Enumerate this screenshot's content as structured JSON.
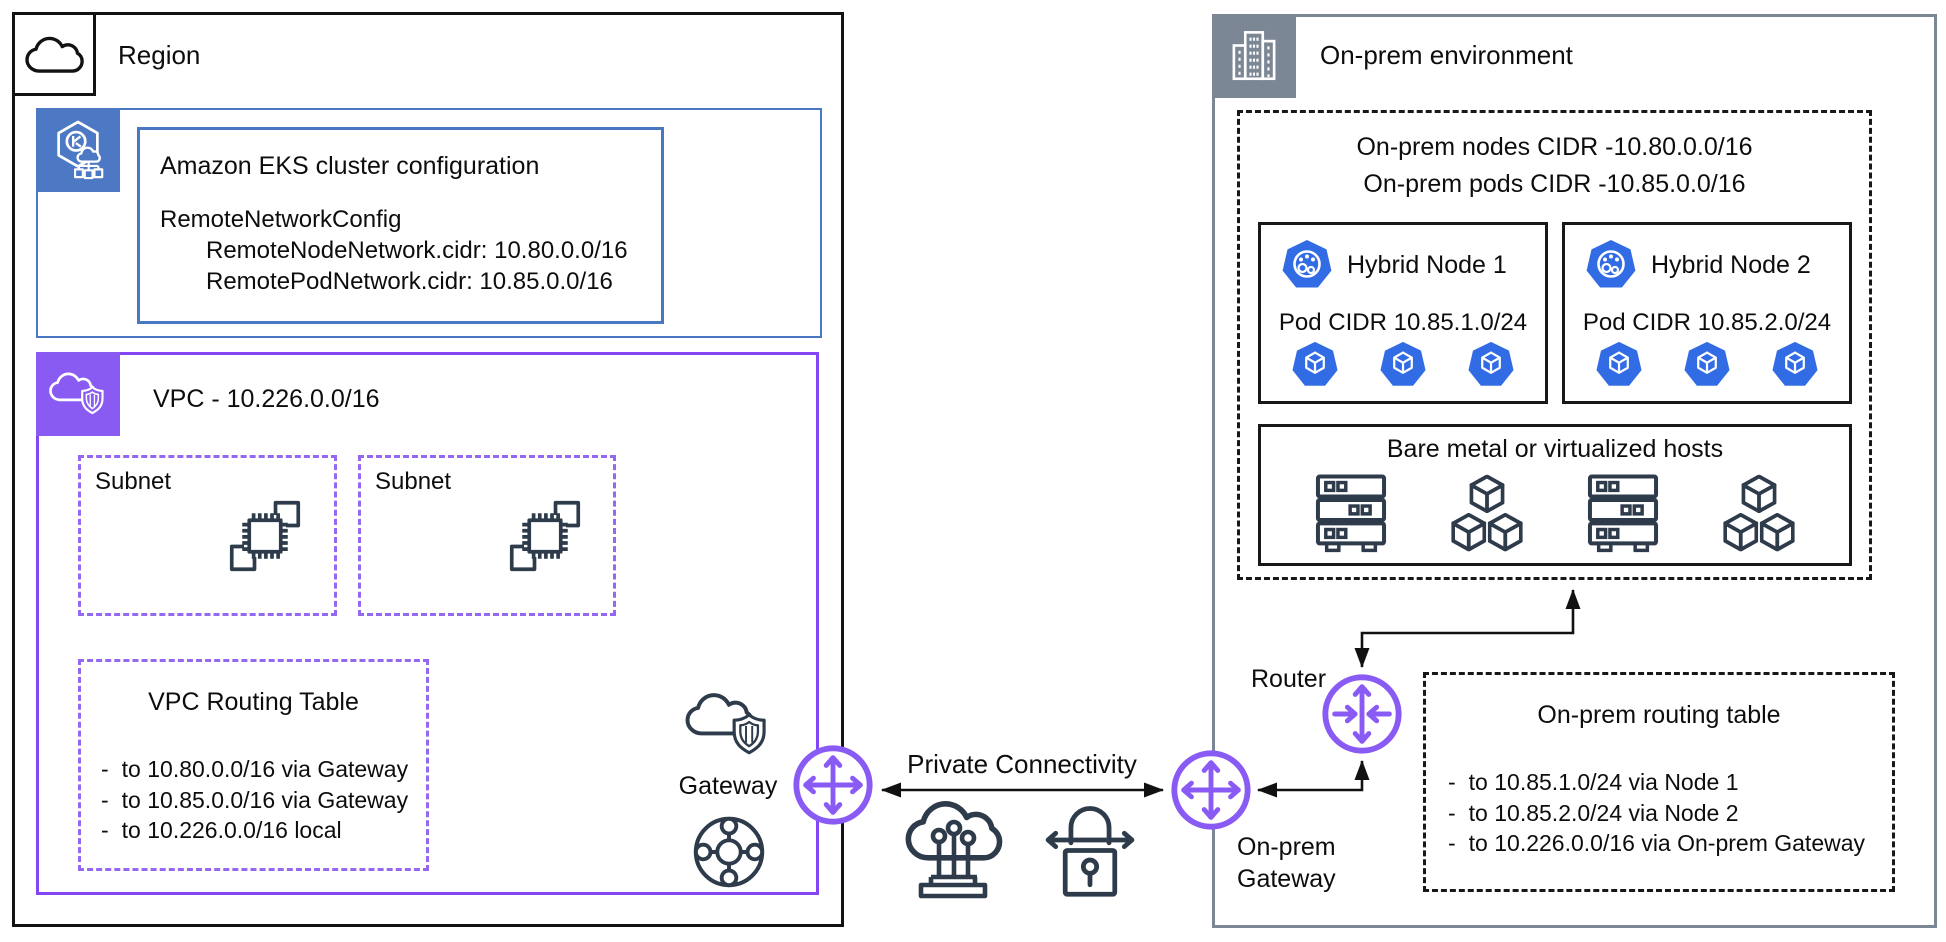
{
  "region": {
    "title": "Region",
    "eks": {
      "title": "Amazon EKS cluster configuration",
      "config_heading": "RemoteNetworkConfig",
      "config_lines": [
        "RemoteNodeNetwork.cidr: 10.80.0.0/16",
        "RemotePodNetwork.cidr: 10.85.0.0/16"
      ]
    },
    "vpc": {
      "title": "VPC - 10.226.0.0/16",
      "subnets": [
        {
          "label": "Subnet"
        },
        {
          "label": "Subnet"
        }
      ],
      "routing_table": {
        "title": "VPC Routing Table",
        "routes": [
          "to 10.80.0.0/16 via Gateway",
          "to 10.85.0.0/16 via Gateway",
          "to 10.226.0.0/16 local"
        ]
      },
      "gateway_label": "Gateway"
    }
  },
  "connection": {
    "label": "Private Connectivity"
  },
  "onprem": {
    "title": "On-prem environment",
    "network": {
      "nodes_cidr": "On-prem nodes CIDR -10.80.0.0/16",
      "pods_cidr": "On-prem pods CIDR -10.85.0.0/16",
      "hybrid_nodes": [
        {
          "name": "Hybrid Node 1",
          "pod_cidr": "Pod CIDR 10.85.1.0/24",
          "pod_count": 3
        },
        {
          "name": "Hybrid Node 2",
          "pod_cidr": "Pod CIDR 10.85.2.0/24",
          "pod_count": 3
        }
      ],
      "hosts_label": "Bare metal or virtualized hosts"
    },
    "router_label": "Router",
    "gateway_label": "On-prem\nGateway",
    "routing_table": {
      "title": "On-prem routing table",
      "routes": [
        "to 10.85.1.0/24 via Node 1",
        "to 10.85.2.0/24 via Node 2",
        "to 10.226.0.0/16 via On-prem Gateway"
      ]
    }
  },
  "glyphs": {
    "bullet": "-"
  },
  "colors": {
    "region_border": "#101214",
    "eks_blue": "#4d79c4",
    "vpc_purple": "#8445f5",
    "subnet_purple": "#9468f0",
    "gateway_purple": "#8a5af5",
    "onprem_gray": "#7b8794",
    "kubernetes_blue": "#326ce5",
    "icon_dark": "#2e3b4b"
  }
}
